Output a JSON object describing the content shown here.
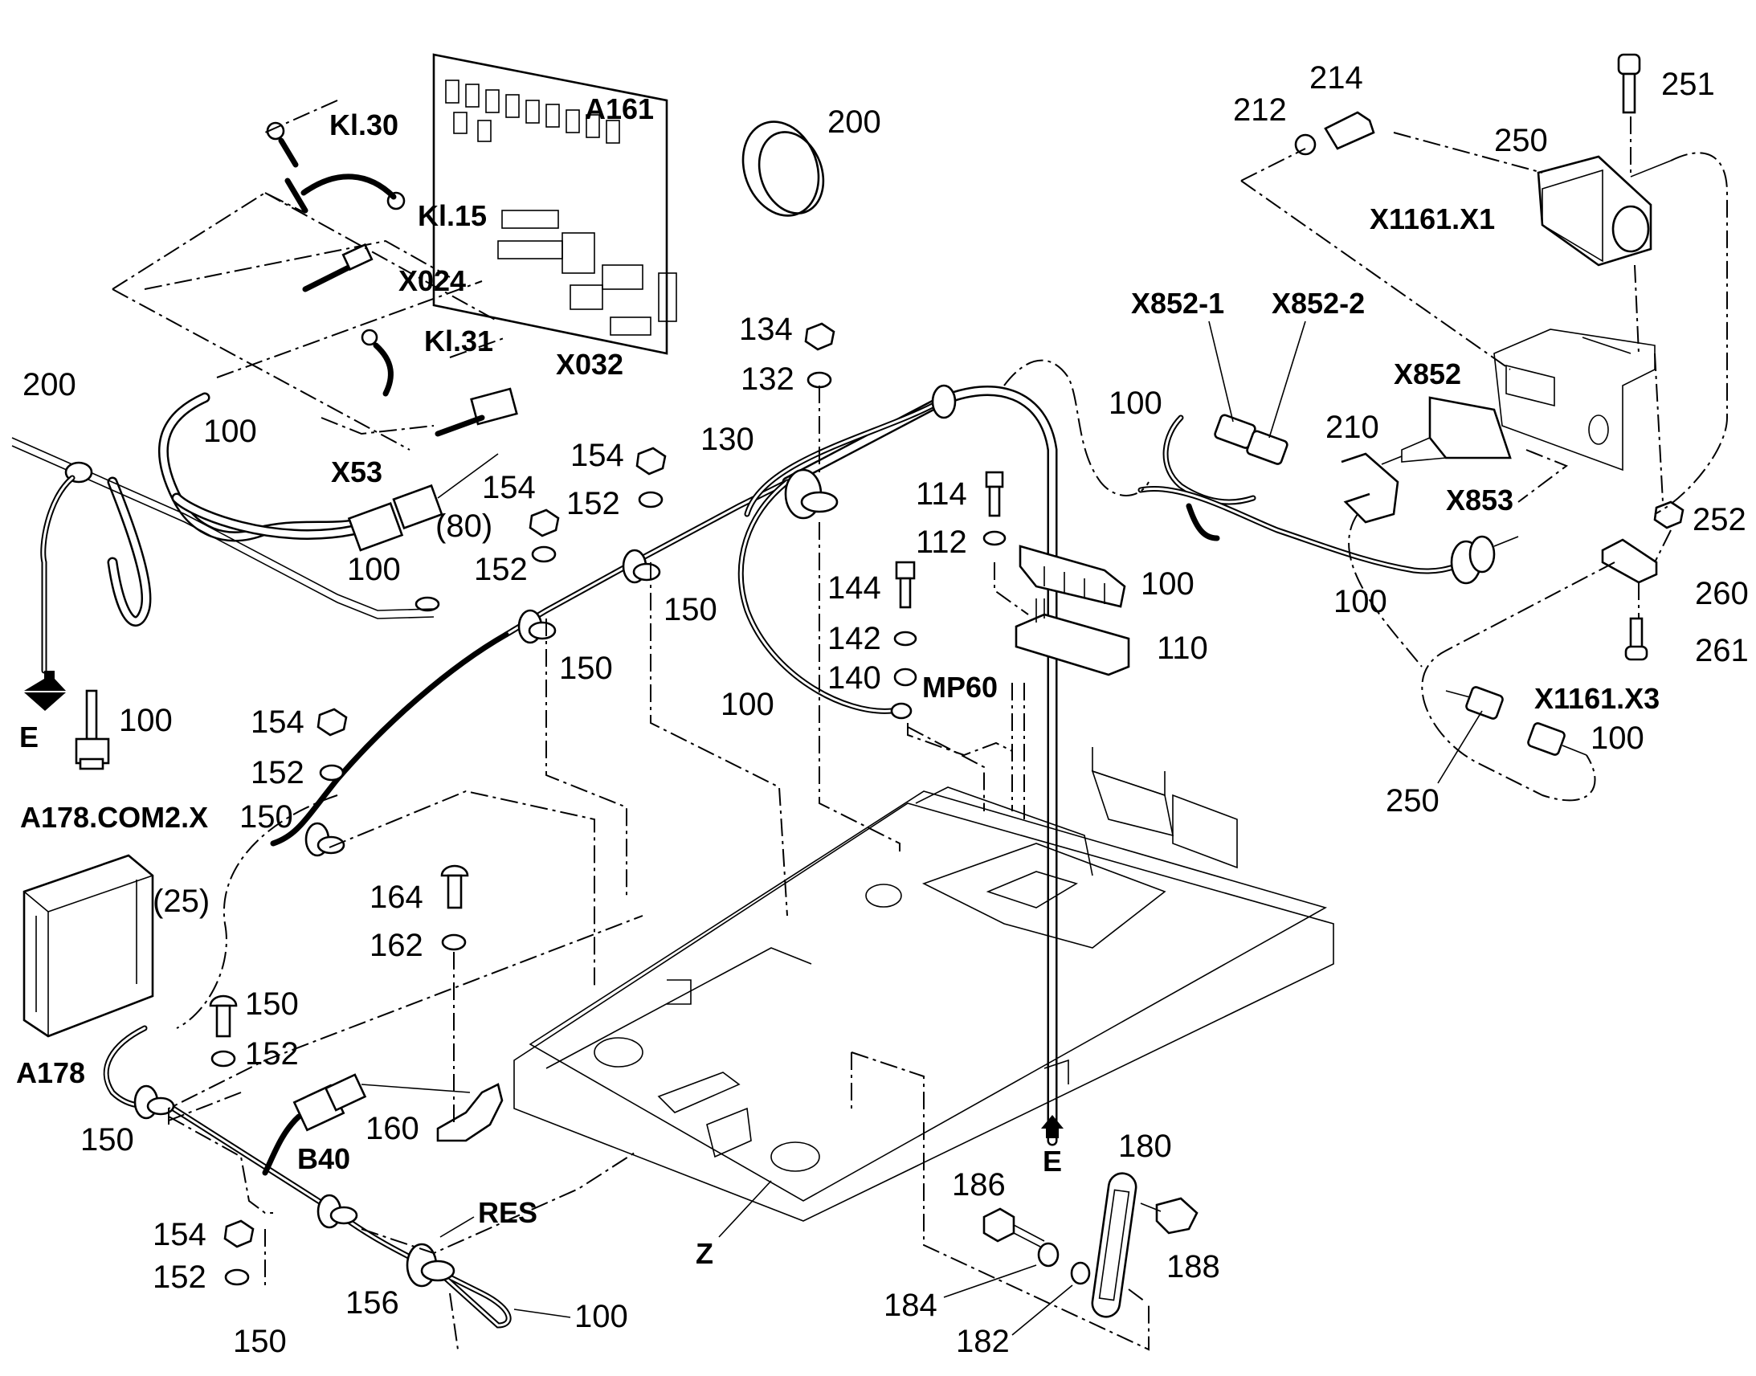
{
  "components": {
    "A161": "A161",
    "KL30": "Kl.30",
    "KL15": "Kl.15",
    "X024": "X024",
    "KL31": "Kl.31",
    "X032": "X032",
    "X53": "X53",
    "A178_COM2_X": "A178.COM2.X",
    "A178": "A178",
    "B40": "B40",
    "RES": "RES",
    "Z": "Z",
    "E_left": "E",
    "E_bottom": "E",
    "X852_1": "X852-1",
    "X852_2": "X852-2",
    "X852": "X852",
    "X853": "X853",
    "X1161_X1": "X1161.X1",
    "X1161_X3": "X1161.X3",
    "MP60": "MP60"
  },
  "part_numbers": {
    "p200_top": "200",
    "p200_left": "200",
    "p100_a": "100",
    "p100_b": "100",
    "p80": "(80)",
    "p100_c": "100",
    "p25": "(25)",
    "p154_a": "154",
    "p152_a": "152",
    "p150_a": "150",
    "p154_b": "154",
    "p152_b": "152",
    "p150_b": "150",
    "p154_c": "154",
    "p152_c": "152",
    "p150_c": "150",
    "p134": "134",
    "p132": "132",
    "p130": "130",
    "p114": "114",
    "p112": "112",
    "p100_d": "100",
    "p110": "110",
    "p144": "144",
    "p142": "142",
    "p140": "140",
    "p100_e": "100",
    "p164": "164",
    "p162": "162",
    "p150_d": "150",
    "p152_d": "152",
    "p150_e": "150",
    "p160": "160",
    "p154_d": "154",
    "p152_e": "152",
    "p150_f": "150",
    "p156": "156",
    "p100_f": "100",
    "p186": "186",
    "p180": "180",
    "p188": "188",
    "p184": "184",
    "p182": "182",
    "p212": "212",
    "p214": "214",
    "p251": "251",
    "p250_a": "250",
    "p100_g": "100",
    "p210": "210",
    "p100_h": "100",
    "p252": "252",
    "p260": "260",
    "p261": "261",
    "p100_i": "100",
    "p250_b": "250"
  }
}
